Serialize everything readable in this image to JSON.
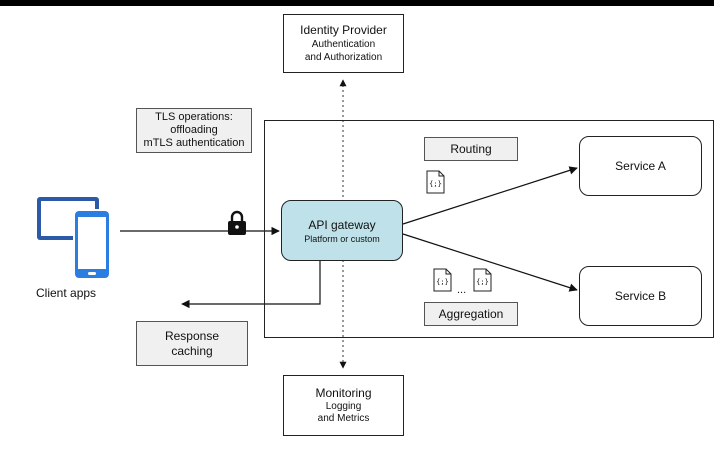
{
  "identity_provider": {
    "title": "Identity Provider",
    "subtitle_line1": "Authentication",
    "subtitle_line2": "and Authorization"
  },
  "monitoring": {
    "title": "Monitoring",
    "subtitle_line1": "Logging",
    "subtitle_line2": "and Metrics"
  },
  "tls": {
    "line1": "TLS operations:",
    "line2": "offloading",
    "line3": "mTLS authentication"
  },
  "response_caching": {
    "line1": "Response",
    "line2": "caching"
  },
  "gateway": {
    "title": "API gateway",
    "subtitle": "Platform or custom"
  },
  "service_a": {
    "label": "Service A"
  },
  "service_b": {
    "label": "Service B"
  },
  "routing": {
    "label": "Routing"
  },
  "aggregation": {
    "label": "Aggregation",
    "ellipsis": "..."
  },
  "client": {
    "label": "Client apps"
  },
  "colors": {
    "gateway_fill": "#bfe1ea",
    "device_blue": "#2b7de1",
    "device_dark": "#2a5aa8",
    "gray_box": "#f0f0f0"
  },
  "icons": [
    "tablet-icon",
    "phone-icon",
    "lock-icon",
    "document-code-icon"
  ]
}
